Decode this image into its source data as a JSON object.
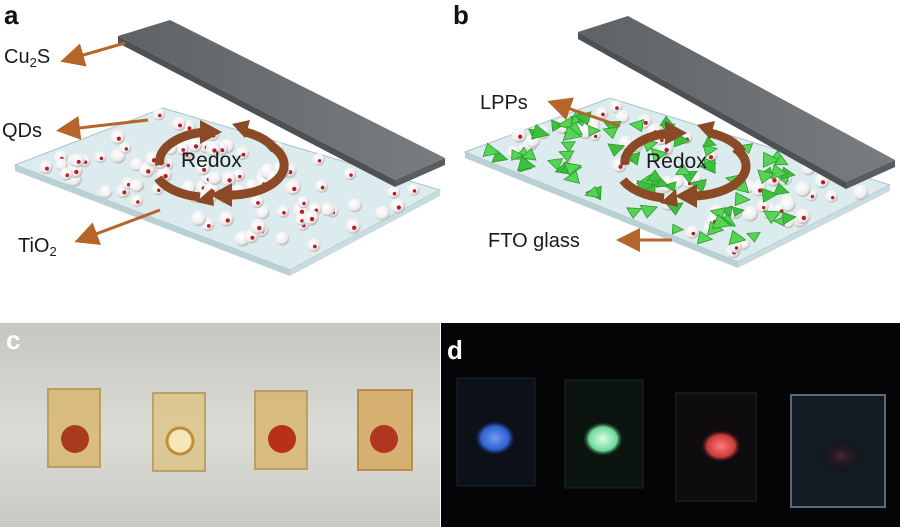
{
  "panels": {
    "a": {
      "letter": "a",
      "labels": {
        "cu2s": "Cu",
        "cu2s_sub": "2",
        "cu2s_end": "S",
        "qds": "QDs",
        "tio2": "TiO",
        "tio2_sub": "2"
      },
      "cycle_label": "Redox"
    },
    "b": {
      "letter": "b",
      "labels": {
        "lpps": "LPPs",
        "fto": "FTO glass"
      },
      "cycle_label": "Redox"
    },
    "c": {
      "letter": "c",
      "sample_count": 4
    },
    "d": {
      "letter": "d",
      "sample_count": 4
    }
  },
  "colors": {
    "arrow": "#b5652a",
    "electrode": "#6d7073",
    "glass": "#d9e9ec",
    "redox_ring": "#8b4a26",
    "qd_dot": "#c01a24",
    "lpp_green": "#3fbf3f",
    "photo_c_bg": "#d8d8d3",
    "photo_d_bg": "#050507",
    "glow": [
      "#3a6fd8",
      "#7fe6a8",
      "#d84848",
      "#3a1f28"
    ]
  }
}
